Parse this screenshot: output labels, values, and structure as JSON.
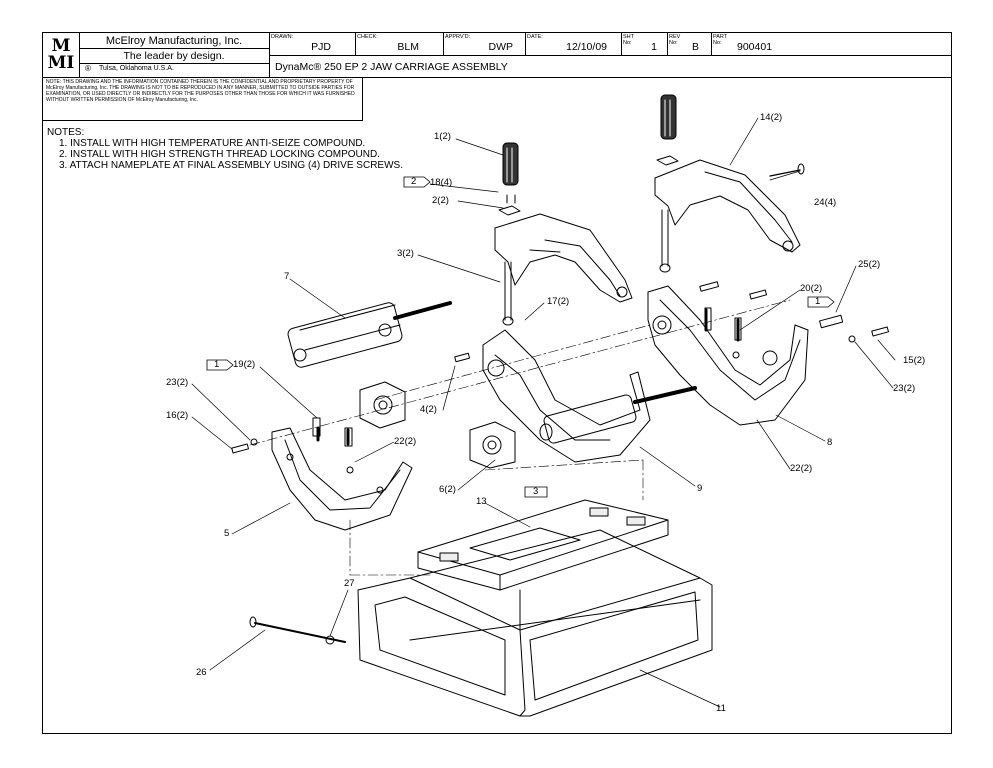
{
  "title_block": {
    "logo_line1": "M",
    "logo_line2": "MI",
    "company": "McElroy Manufacturing, Inc.",
    "tagline": "The leader by design.",
    "location": "Tulsa, Oklahoma U.S.A.",
    "registered": "®",
    "drawn_label": "DRAWN:",
    "drawn": "PJD",
    "check_label": "CHECK:",
    "check": "BLM",
    "apprvd_label": "APPRV'D:",
    "apprvd": "DWP",
    "date_label": "DATE:",
    "date": "12/10/09",
    "sht_label": "SHT No:",
    "sht": "1",
    "rev_label": "REV No:",
    "rev": "B",
    "part_label": "PART No:",
    "part": "900401",
    "drawing_title": "DynaMc® 250 EP 2 JAW CARRIAGE ASSEMBLY"
  },
  "disclaimer": "NOTE: THIS DRAWING AND THE INFORMATION CONTAINED THEREIN IS THE CONFIDENTIAL AND PROPRIETARY PROPERTY OF McElroy Manufacturing, Inc. THE DRAWING IS NOT TO BE REPRODUCED IN ANY MANNER, SUBMITTED TO OUTSIDE PARTIES FOR EXAMINATION, OR USED DIRECTLY OR INDIRECTLY FOR THE PURPOSES OTHER THAN THOSE FOR WHICH IT WAS FURNISHED WITHOUT WRITTEN PERMISSION OF McElroy Manufacturing, Inc.",
  "notes": {
    "heading": "NOTES:",
    "items": [
      "1.  INSTALL WITH HIGH TEMPERATURE ANTI-SEIZE COMPOUND.",
      "2.  INSTALL WITH HIGH STRENGTH THREAD LOCKING COMPOUND.",
      "3.  ATTACH NAMEPLATE AT FINAL ASSEMBLY USING (4) DRIVE SCREWS."
    ]
  },
  "callouts": {
    "c1": "1(2)",
    "c2": "2(2)",
    "c3": "3(2)",
    "c4": "4(2)",
    "c5": "5",
    "c6": "6(2)",
    "c7": "7",
    "c8": "8",
    "c9": "9",
    "c11": "11",
    "c13": "13",
    "c14": "14(2)",
    "c15": "15(2)",
    "c16": "16(2)",
    "c17": "17(2)",
    "c18": "18(4)",
    "c19": "19(2)",
    "c20": "20(2)",
    "c22a": "22(2)",
    "c22b": "22(2)",
    "c23a": "23(2)",
    "c23b": "23(2)",
    "c24": "24(4)",
    "c25": "25(2)",
    "c26": "26",
    "c27": "27"
  },
  "flags": {
    "f2": "2",
    "f1a": "1",
    "f1b": "1",
    "f3": "3"
  }
}
